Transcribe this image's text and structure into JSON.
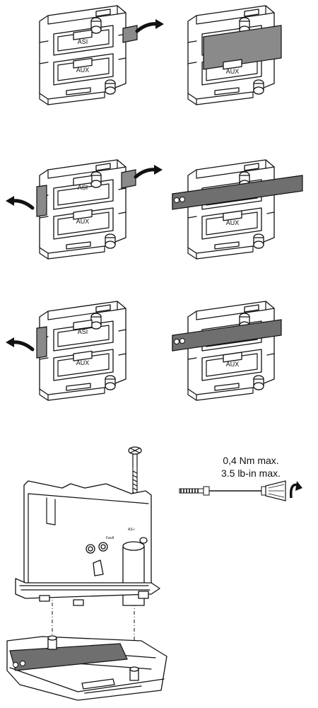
{
  "panels": [
    {
      "id": "p1",
      "label_asi": "ASI",
      "label_aux": "AUX"
    },
    {
      "id": "p2",
      "label_aux": "AUX"
    },
    {
      "id": "p3",
      "label_asi": "ASI",
      "label_aux": "AUX"
    },
    {
      "id": "p4",
      "label_aux": "AUX"
    },
    {
      "id": "p5",
      "label_asi": "ASI",
      "label_aux": "AUX"
    },
    {
      "id": "p6",
      "label_aux": "AUX"
    }
  ],
  "torque": {
    "metric": "0,4 Nm max.",
    "imperial": "3.5 lb-in max."
  },
  "module": {
    "fault_label": "Fault",
    "asi_label": "AS-i"
  },
  "icons": [
    "arrow-out-icon",
    "flat-cable-icon",
    "screw-icon",
    "screwdriver-icon",
    "rotation-arrow-icon"
  ]
}
